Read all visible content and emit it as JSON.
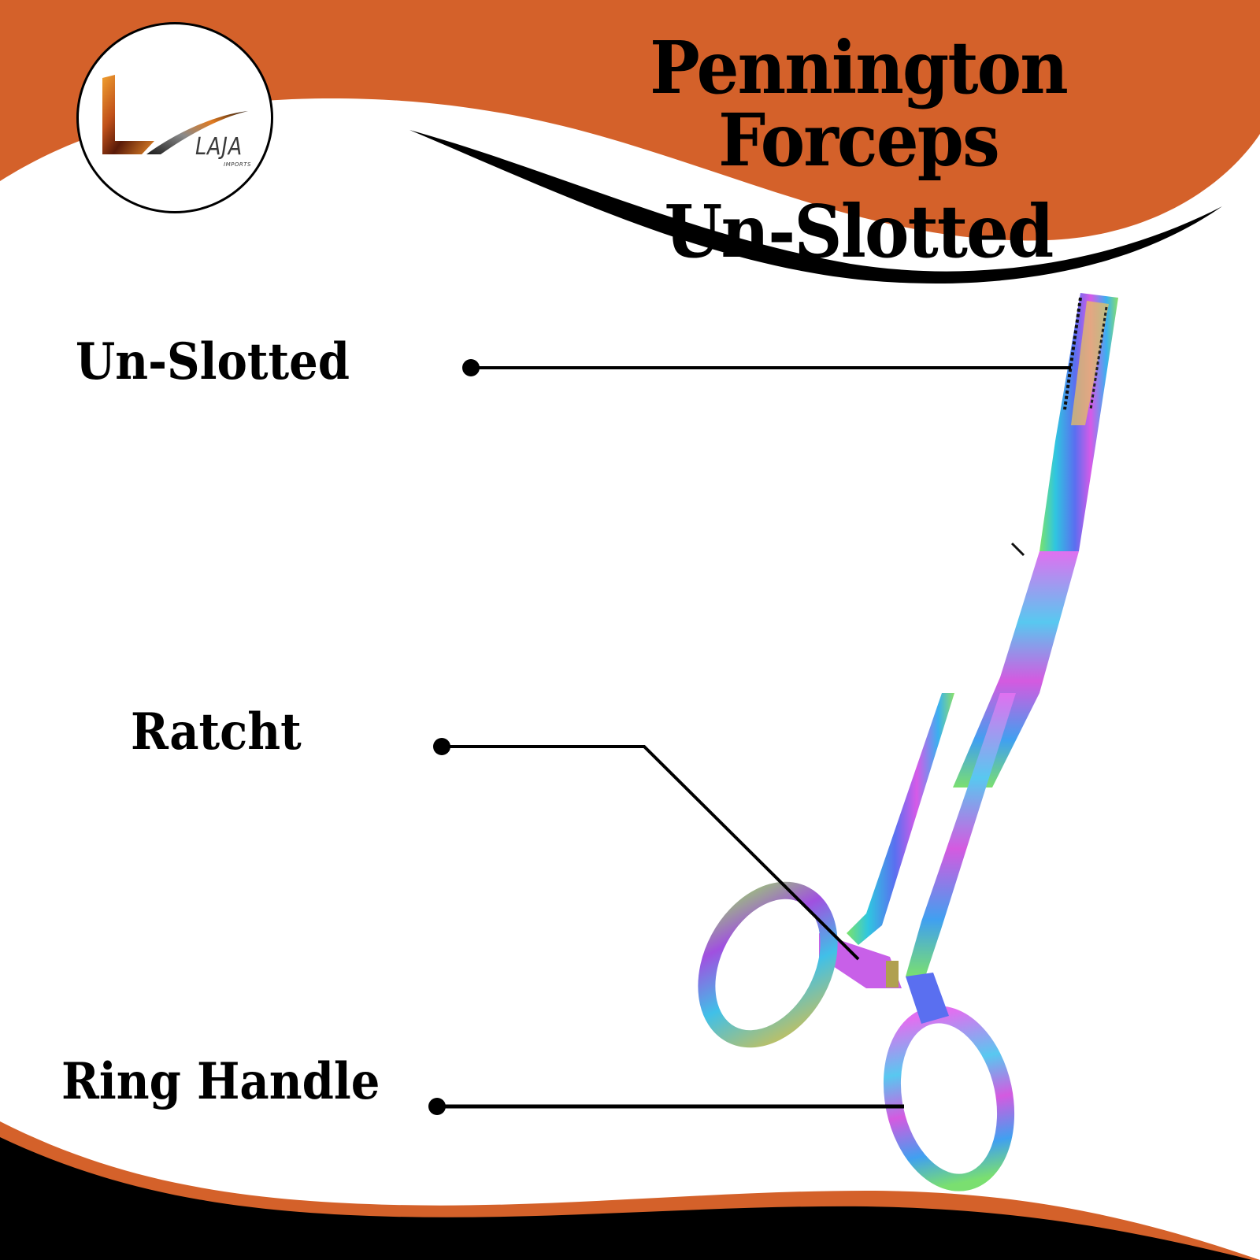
{
  "title": {
    "line1": "Pennington Forceps",
    "line2": "Un-Slotted"
  },
  "logo": {
    "brand": "LAJA",
    "subtitle": "IMPORTS"
  },
  "callouts": [
    {
      "label": "Un-Slotted",
      "target": "jaw-tip"
    },
    {
      "label": "Ratcht",
      "target": "ratchet"
    },
    {
      "label": "Ring Handle",
      "target": "ring-handle"
    }
  ],
  "colors": {
    "accent_orange": "#D4612A",
    "black": "#000000",
    "background": "#FFFFFF"
  }
}
